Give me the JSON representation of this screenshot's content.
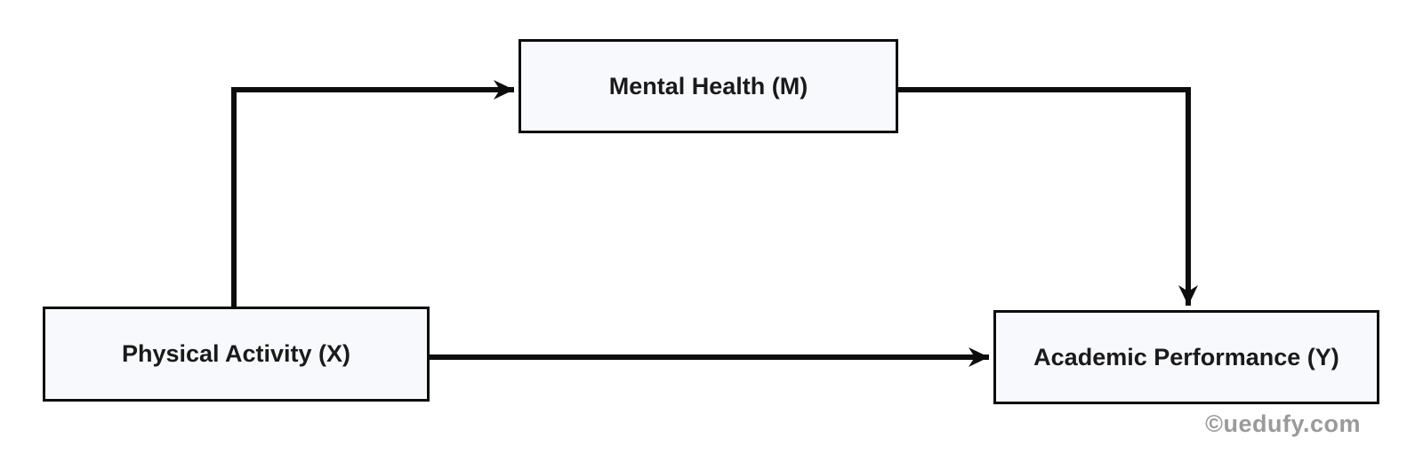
{
  "diagram": {
    "type": "mediation-model",
    "nodes": [
      {
        "id": "M",
        "role": "mediator",
        "label": "Mental Health (M)"
      },
      {
        "id": "X",
        "role": "independent-variable",
        "label": "Physical Activity (X)"
      },
      {
        "id": "Y",
        "role": "dependent-variable",
        "label": "Academic Performance (Y)"
      }
    ],
    "edges": [
      {
        "from": "X",
        "to": "M",
        "style": "elbow-up-right",
        "arrowhead": "chevron"
      },
      {
        "from": "M",
        "to": "Y",
        "style": "elbow-right-down",
        "arrowhead": "chevron"
      },
      {
        "from": "X",
        "to": "Y",
        "style": "straight-right",
        "arrowhead": "chevron"
      }
    ],
    "colors": {
      "node_fill": "#f8f9fc",
      "node_border": "#0d0d0d",
      "arrow": "#0d0d0d",
      "text": "#1a1a1a",
      "watermark": "#9a9a9a",
      "canvas_bg": "#ffffff"
    }
  },
  "watermark": {
    "text": "©uedufy.com"
  }
}
